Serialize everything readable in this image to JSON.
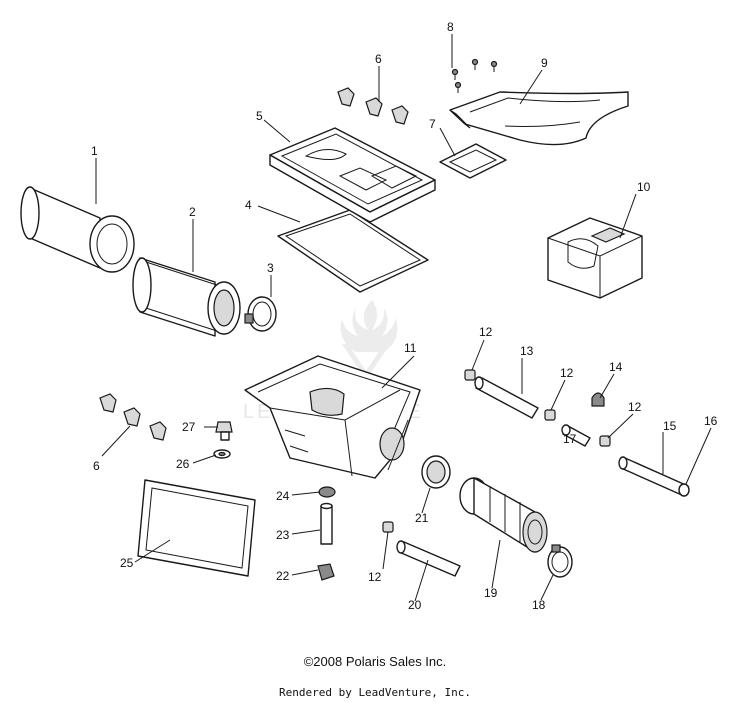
{
  "callouts": [
    {
      "id": "c1",
      "label": "1"
    },
    {
      "id": "c2",
      "label": "2"
    },
    {
      "id": "c3",
      "label": "3"
    },
    {
      "id": "c4",
      "label": "4"
    },
    {
      "id": "c5",
      "label": "5"
    },
    {
      "id": "c6a",
      "label": "6"
    },
    {
      "id": "c6b",
      "label": "6"
    },
    {
      "id": "c7",
      "label": "7"
    },
    {
      "id": "c8",
      "label": "8"
    },
    {
      "id": "c9",
      "label": "9"
    },
    {
      "id": "c10",
      "label": "10"
    },
    {
      "id": "c11",
      "label": "11"
    },
    {
      "id": "c12a",
      "label": "12"
    },
    {
      "id": "c12b",
      "label": "12"
    },
    {
      "id": "c12c",
      "label": "12"
    },
    {
      "id": "c12d",
      "label": "12"
    },
    {
      "id": "c13",
      "label": "13"
    },
    {
      "id": "c14",
      "label": "14"
    },
    {
      "id": "c15",
      "label": "15"
    },
    {
      "id": "c16",
      "label": "16"
    },
    {
      "id": "c17",
      "label": "17"
    },
    {
      "id": "c18",
      "label": "18"
    },
    {
      "id": "c19",
      "label": "19"
    },
    {
      "id": "c20",
      "label": "20"
    },
    {
      "id": "c21",
      "label": "21"
    },
    {
      "id": "c22",
      "label": "22"
    },
    {
      "id": "c23",
      "label": "23"
    },
    {
      "id": "c24",
      "label": "24"
    },
    {
      "id": "c25",
      "label": "25"
    },
    {
      "id": "c26",
      "label": "26"
    },
    {
      "id": "c27",
      "label": "27"
    }
  ],
  "watermark": "LEADVENTURE",
  "footer": {
    "copyright": "©2008 Polaris Sales Inc.",
    "rendered_by": "Rendered by LeadVenture, Inc."
  }
}
